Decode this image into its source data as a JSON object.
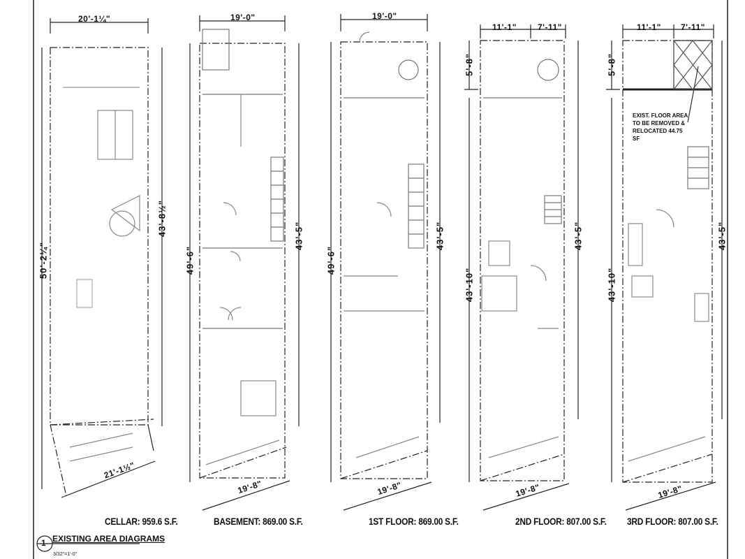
{
  "sheet": {
    "title": "EXISTING AREA DIAGRAMS",
    "marker": "1",
    "scale": "3/32\"=1'-0\""
  },
  "plans": [
    {
      "caption": "CELLAR: 959.6 S.F.",
      "dims": {
        "top": "20'-1¼\"",
        "left": "50'-2¼\"",
        "right": "43'-8½\"",
        "bottom": "21'-1½\""
      }
    },
    {
      "caption": "BASEMENT: 869.00 S.F.",
      "dims": {
        "top": "19'-0\"",
        "left": "49'-6\"",
        "right": "43'-5\"",
        "bottom": "19'-8\""
      }
    },
    {
      "caption": "1ST FLOOR: 869.00 S.F.",
      "dims": {
        "top": "19'-0\"",
        "left": "49'-6\"",
        "right": "43'-5\"",
        "bottom": "19'-8\""
      }
    },
    {
      "caption": "2ND FLOOR: 807.00 S.F.",
      "dims": {
        "top_a": "11'-1\"",
        "top_b": "7'-11\"",
        "left_top": "5'-8\"",
        "left": "43'-10\"",
        "right": "43'-5\"",
        "bottom": "19'-8\""
      }
    },
    {
      "caption": "3RD FLOOR: 807.00 S.F.",
      "dims": {
        "top_a": "11'-1\"",
        "top_b": "7'-11\"",
        "left_top": "5'-8\"",
        "left": "43'-10\"",
        "right": "43'-5\"",
        "bottom": "19'-8\""
      },
      "note": "EXIST. FLOOR AREA TO BE REMOVED & RELOCATED 44.75 SF"
    }
  ]
}
